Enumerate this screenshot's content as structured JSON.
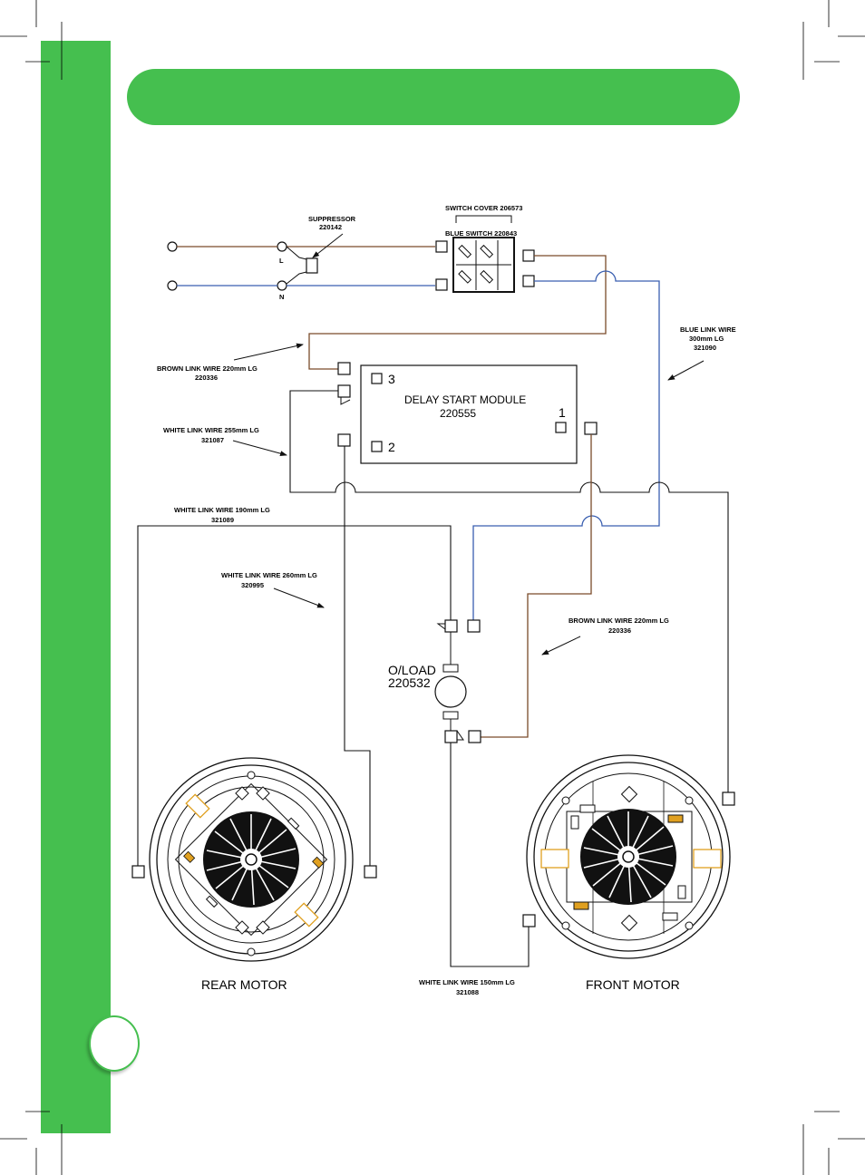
{
  "colors": {
    "green": "#45bf4f",
    "brown": "#7a4b2a",
    "blue": "#3a5fb0",
    "black": "#111111",
    "orange": "#e0a020"
  },
  "labels": {
    "switch_cover": "SWITCH COVER 206573",
    "blue_switch": "BLUE SWITCH 220843",
    "suppressor": "SUPPRESSOR",
    "suppressor_code": "220142",
    "terminal_l": "L",
    "terminal_n": "N",
    "brown_link_1": "BROWN LINK WIRE 220mm LG",
    "brown_link_1_code": "220336",
    "blue_link": "BLUE LINK WIRE",
    "blue_link_len": "300mm LG",
    "blue_link_code": "321090",
    "white_link_255": "WHITE LINK WIRE 255mm LG",
    "white_link_255_code": "321087",
    "white_link_190": "WHITE LINK WIRE 190mm LG",
    "white_link_190_code": "321089",
    "white_link_260": "WHITE LINK WIRE 260mm LG",
    "white_link_260_code": "320995",
    "brown_link_2": "BROWN LINK WIRE 220mm LG",
    "brown_link_2_code": "220336",
    "white_link_150": "WHITE LINK WIRE 150mm LG",
    "white_link_150_code": "321088",
    "delay_module": "DELAY START MODULE",
    "delay_module_code": "220555",
    "pin_3": "3",
    "pin_2": "2",
    "pin_1": "1",
    "overload": "O/LOAD",
    "overload_code": "220532",
    "rear_motor": "REAR MOTOR",
    "front_motor": "FRONT MOTOR"
  }
}
